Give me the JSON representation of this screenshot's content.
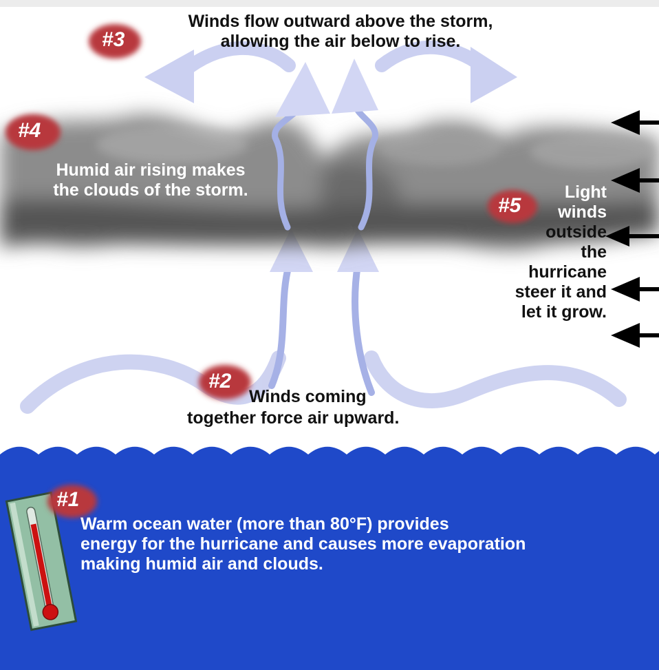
{
  "diagram": {
    "step1": {
      "badge": "#1",
      "lines": [
        "Warm ocean water (more than 80°F) provides",
        "energy for the hurricane and causes more evaporation",
        "making humid air and clouds."
      ]
    },
    "step2": {
      "badge": "#2",
      "lines": [
        "Winds coming",
        "together force air upward."
      ]
    },
    "step3": {
      "badge": "#3",
      "lines": [
        "Winds flow outward above the storm,",
        "allowing the air below to rise."
      ]
    },
    "step4": {
      "badge": "#4",
      "lines": [
        "Humid air rising makes",
        "the clouds of the storm."
      ]
    },
    "step5": {
      "badge": "#5",
      "lines": [
        "Light",
        "winds",
        "outside",
        "the",
        "hurricane",
        "steer it and",
        "let it grow."
      ]
    }
  },
  "colors": {
    "ocean": "#1f49c9",
    "sky": "#ffffff",
    "top_band": "#ececec",
    "cloud": "#8a8a8a",
    "wind_arrow": "#c8ccf0",
    "badge": "#b8383c",
    "steering_arrow": "#000000",
    "thermometer_case": "#93bfa5",
    "mercury": "#cc1111"
  },
  "icons": [
    "thermometer-icon",
    "steering-wind-arrow-icon",
    "wind-flow-arrow-icon"
  ]
}
